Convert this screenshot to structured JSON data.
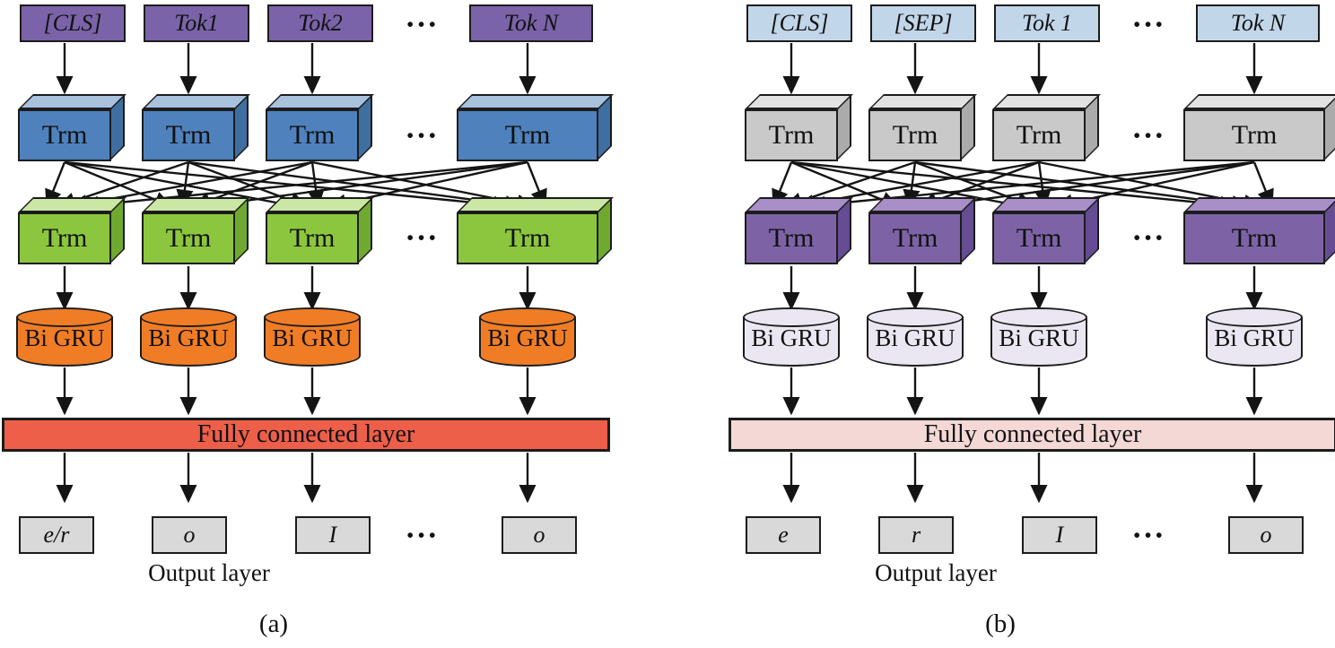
{
  "figure": {
    "panels": [
      {
        "caption": "(a)",
        "tokens": [
          "[CLS]",
          "Tok1",
          "Tok2",
          "Tok N"
        ],
        "dots": "•••",
        "trm_label": "Trm",
        "gru_label": "Bi GRU",
        "fc_label": "Fully connected layer",
        "outputs": [
          "e/r",
          "o",
          "I",
          "o"
        ],
        "output_layer_label": "Output layer",
        "colors": {
          "token_fill": "#7a63a8",
          "trm1_front": "#4f81bd",
          "trm1_top": "#a8c2de",
          "trm1_side": "#3f6fa0",
          "trm2_front": "#8cc63e",
          "trm2_top": "#cbe7a6",
          "trm2_side": "#70a930",
          "gru_fill": "#f07d26",
          "fc_fill": "#ee5f4a",
          "output_fill": "#d9d9d9"
        }
      },
      {
        "caption": "(b)",
        "tokens": [
          "[CLS]",
          "[SEP]",
          "Tok 1",
          "Tok N"
        ],
        "dots": "•••",
        "trm_label": "Trm",
        "gru_label": "Bi GRU",
        "fc_label": "Fully connected layer",
        "outputs": [
          "e",
          "r",
          "I",
          "o"
        ],
        "output_layer_label": "Output layer",
        "colors": {
          "token_fill": "#c2d6e9",
          "trm1_front": "#c9c9c9",
          "trm1_top": "#e2e2e2",
          "trm1_side": "#ababab",
          "trm2_front": "#7d63a6",
          "trm2_top": "#a88fc7",
          "trm2_side": "#654c93",
          "gru_fill": "#eae7f2",
          "fc_fill": "#f3d8d6",
          "output_fill": "#d9d9d9"
        }
      }
    ]
  }
}
